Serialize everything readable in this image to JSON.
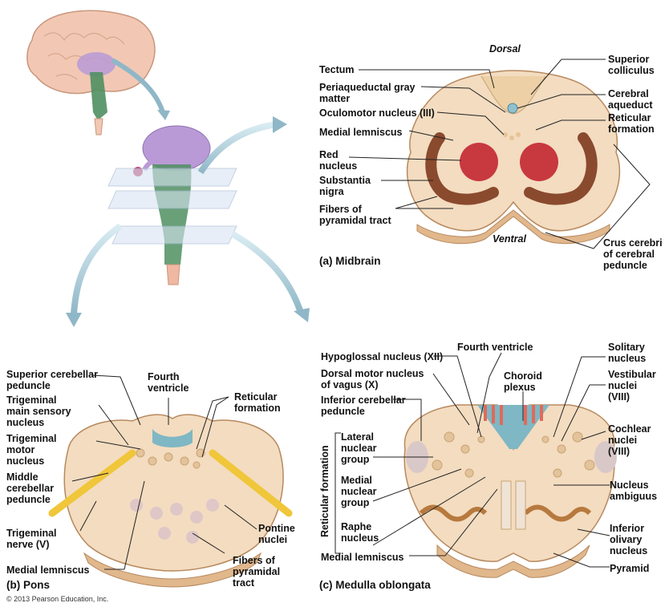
{
  "colors": {
    "tissue": "#f3dcc0",
    "tissue_dark": "#e1b78c",
    "nucleus_red": "#c8383f",
    "nigra": "#8a4a2e",
    "nerve": "#f0c63a",
    "ventricle": "#7fb7c4",
    "brain": "#f2c8b4",
    "purple": "#b99ad6",
    "green": "#4f8f60",
    "line": "#222222"
  },
  "midbrain": {
    "title": "(a) Midbrain",
    "dorsal": "Dorsal",
    "ventral": "Ventral",
    "labels": {
      "tectum": "Tectum",
      "periaqueductal": "Periaqueductal gray\nmatter",
      "oculomotor": "Oculomotor nucleus (III)",
      "medial_lemniscus": "Medial lemniscus",
      "red_nucleus": "Red\nnucleus",
      "substantia_nigra": "Substantia\nnigra",
      "fibers_pyramidal": "Fibers of\npyramidal tract",
      "superior_colliculus": "Superior\ncolliculus",
      "cerebral_aqueduct": "Cerebral\naqueduct",
      "reticular_formation": "Reticular\nformation",
      "crus_cerebri": "Crus cerebri\nof cerebral\npeduncle"
    }
  },
  "pons": {
    "title": "(b) Pons",
    "labels": {
      "superior_cerebellar": "Superior cerebellar\npeduncle",
      "trigeminal_sensory": "Trigeminal\nmain sensory\nnucleus",
      "trigeminal_motor": "Trigeminal\nmotor\nnucleus",
      "middle_cerebellar": "Middle\ncerebellar\npeduncle",
      "trigeminal_nerve": "Trigeminal\nnerve (V)",
      "medial_lemniscus": "Medial lemniscus",
      "fourth_ventricle": "Fourth\nventricle",
      "reticular_formation": "Reticular\nformation",
      "pontine_nuclei": "Pontine\nnuclei",
      "fibers_pyramidal": "Fibers of\npyramidal\ntract"
    }
  },
  "medulla": {
    "title": "(c) Medulla oblongata",
    "labels": {
      "fourth_ventricle": "Fourth ventricle",
      "hypoglossal": "Hypoglossal nucleus (XII)",
      "dorsal_motor": "Dorsal motor nucleus\nof vagus (X)",
      "inferior_cerebellar": "Inferior cerebellar\npeduncle",
      "choroid_plexus": "Choroid\nplexus",
      "solitary": "Solitary\nnucleus",
      "vestibular": "Vestibular\nnuclei\n(VIII)",
      "cochlear": "Cochlear\nnuclei\n(VIII)",
      "lateral_group": "Lateral\nnuclear\ngroup",
      "medial_group": "Medial\nnuclear\ngroup",
      "raphe": "Raphe\nnucleus",
      "reticular_formation": "Reticular formation",
      "medial_lemniscus": "Medial lemniscus",
      "nucleus_ambiguus": "Nucleus\nambiguus",
      "inferior_olivary": "Inferior\nolivary\nnucleus",
      "pyramid": "Pyramid"
    }
  },
  "copyright": "© 2013 Pearson Education, Inc."
}
